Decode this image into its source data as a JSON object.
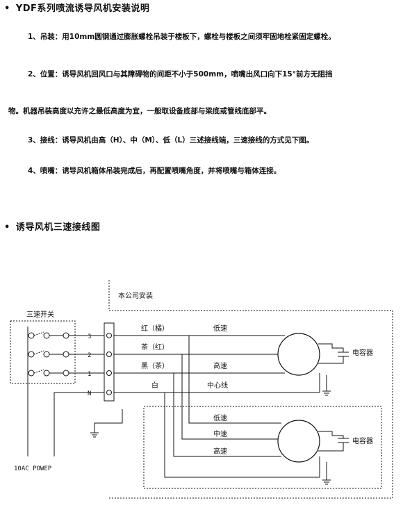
{
  "heading1": "YDF系列喷流诱导风机安装说明",
  "paragraphs": [
    "1、吊装：用10mm圆钢通过膨胀螺栓吊装于楼板下，螺栓与楼板之间须牢固地栓紧固定螺栓。",
    "2、位置：诱导风机回风口与其障碍物的间距不小于500mm，喷嘴出风口向下15°前方无阻挡",
    "物。机器吊装高度以充许之最低高度为宜，一般取设备底部与梁底或管线底部平。",
    "3、接线：诱导风机由高（H）、中（M）、低（L）三述接线端，三速接线的方式见下图。",
    "4、喷嘴：诱导风机箱体吊装完成后，再配置喷嘴角度，并将喷嘴与箱体连接。"
  ],
  "heading2": "诱导风机三速接线图",
  "diagram": {
    "company_install": "本公司安装",
    "switch_label": "三速开关",
    "terminals": [
      "3",
      "2",
      "1",
      "N"
    ],
    "wires": [
      "红（橘）",
      "茶（红）",
      "黑（茶）",
      "白"
    ],
    "motor1_speeds": [
      "低速",
      "高速"
    ],
    "center_line": "中心线",
    "motor2_speeds": [
      "低速",
      "中速",
      "高速"
    ],
    "capacitor": "电容器",
    "power": "10AC  POWEP"
  }
}
